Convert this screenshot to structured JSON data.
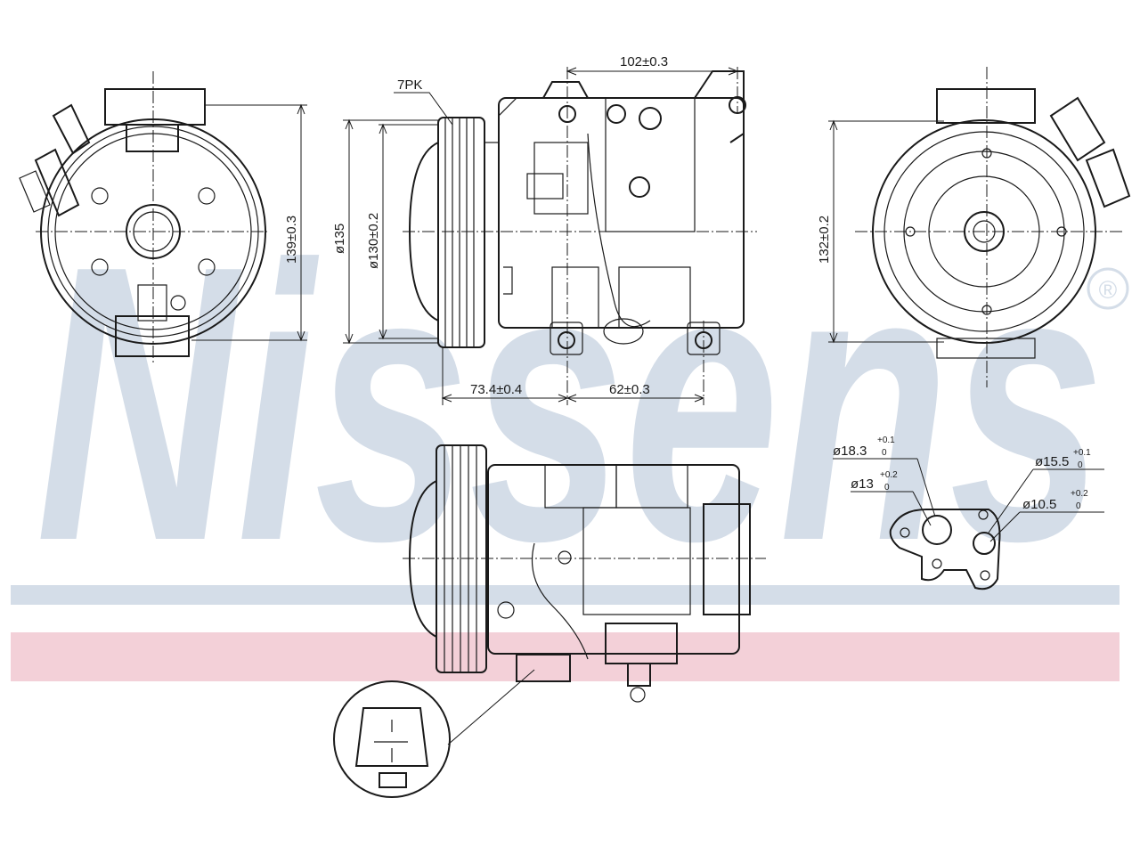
{
  "watermark": {
    "brand": "Nissens",
    "registered_mark": "®",
    "colors": {
      "blue": "#d4dde8",
      "red": "#f3d0d8"
    }
  },
  "labels": {
    "belt": "7PK",
    "dim_top_width": "102±0.3",
    "dim_left_height": "139±0.3",
    "dim_pulley_outer": "ø135",
    "dim_pulley_inner": "ø130±0.2",
    "dim_right_height": "132±0.2",
    "dim_bottom_left": "73.4±0.4",
    "dim_bottom_right": "62±0.3"
  },
  "port_callouts": {
    "p1": {
      "base": "ø18.3",
      "sup": "+0.1",
      "sub": "0"
    },
    "p2": {
      "base": "ø13",
      "sup": "+0.2",
      "sub": "0"
    },
    "p3": {
      "base": "ø15.5",
      "sup": "+0.1",
      "sub": "0"
    },
    "p4": {
      "base": "ø10.5",
      "sup": "+0.2",
      "sub": "0"
    }
  }
}
